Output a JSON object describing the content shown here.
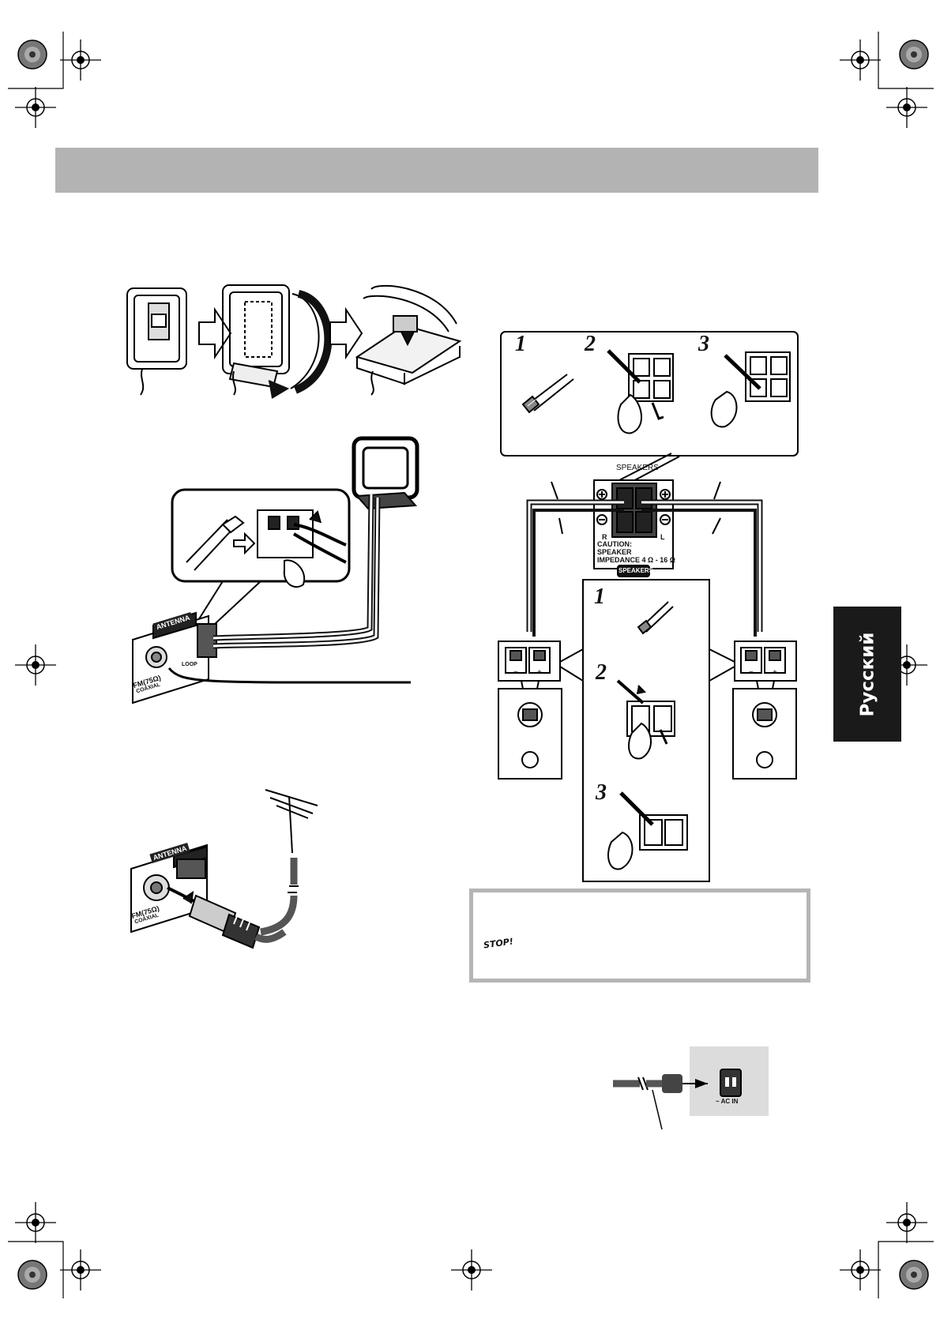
{
  "language_tab": "Русский",
  "speaker_panel": {
    "title": "SPEAKERS",
    "right": "R",
    "left": "L",
    "caution_line1": "CAUTION:",
    "caution_line2": "SPEAKER",
    "caution_line3": "IMPEDANCE  4 Ω - 16 Ω",
    "badge": "SPEAKERS"
  },
  "steps_top": [
    "1",
    "2",
    "3"
  ],
  "steps_middle": [
    "1",
    "2",
    "3"
  ],
  "terminal_signs": {
    "minus": "−",
    "plus": "+"
  },
  "antenna_panel": {
    "badge": "ANTENNA",
    "fm_label": "FM(75Ω)",
    "coaxial_label": "COAXIAL",
    "loop_label": "LOOP"
  },
  "stop_icon_text": "STOP!",
  "ac_inlet_label": "~ AC IN"
}
